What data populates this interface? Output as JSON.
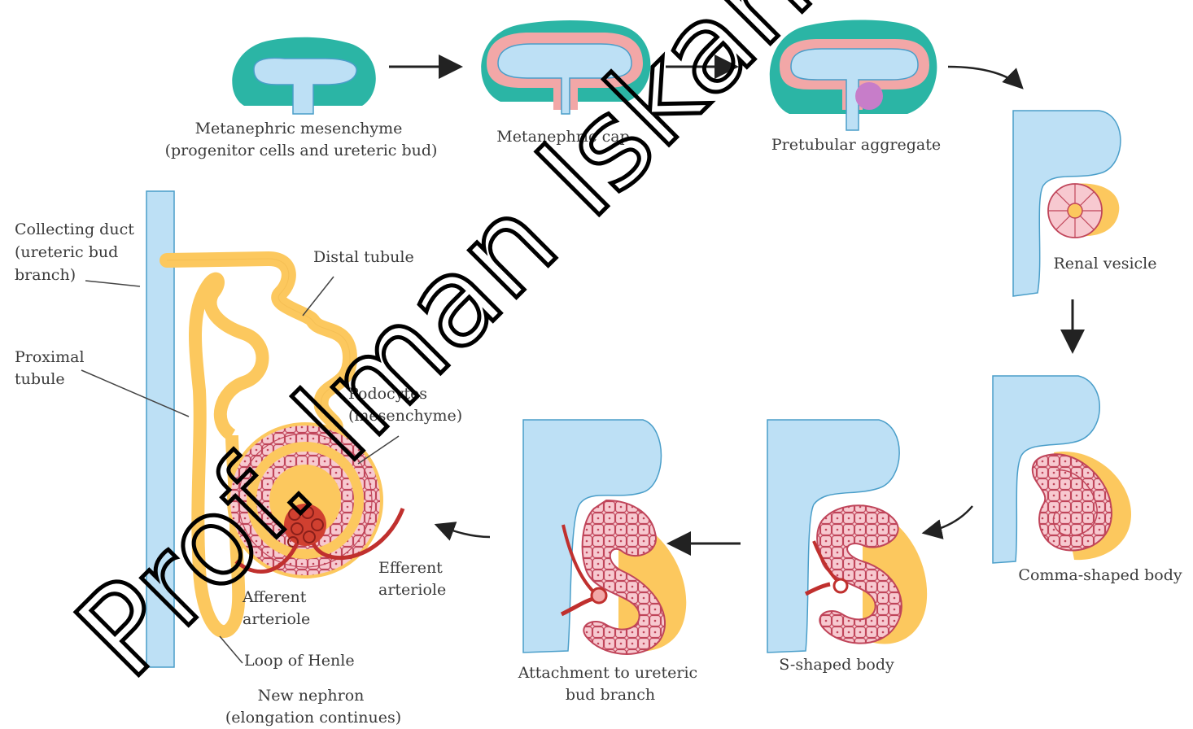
{
  "stages": {
    "metanephric_mesenchyme": [
      "Metanephric mesenchyme",
      "(progenitor cells and ureteric bud)"
    ],
    "metanephric_cap": [
      "Metanephric cap"
    ],
    "pretubular_aggregate": [
      "Pretubular aggregate"
    ],
    "renal_vesicle": [
      "Renal vesicle"
    ],
    "comma_shaped_body": [
      "Comma-shaped body"
    ],
    "s_shaped_body": [
      "S-shaped body"
    ],
    "attachment": [
      "Attachment to ureteric",
      "bud branch"
    ],
    "new_nephron": [
      "New nephron",
      "(elongation continues)"
    ]
  },
  "parts": {
    "collecting_duct": [
      "Collecting duct",
      "(ureteric bud",
      "branch)"
    ],
    "distal_tubule": [
      "Distal tubule"
    ],
    "proximal_tubule": [
      "Proximal",
      "tubule"
    ],
    "podocytes": [
      "Podocytes",
      "(mesenchyme)"
    ],
    "efferent_arteriole": [
      "Efferent",
      "arteriole"
    ],
    "afferent_arteriole": [
      "Afferent",
      "arteriole"
    ],
    "loop_of_henle": [
      "Loop of Henle"
    ]
  },
  "watermark": "Prof. Iman Iskan",
  "colors": {
    "ureteric_bud": "#bde0f5",
    "mesenchyme": "#2bb5a5",
    "cap_pink": "#f2a7a7",
    "aggregate": "#c77dc9",
    "tubule_yellow": "#fcc85e",
    "cell_pink": "#f7c9d0",
    "cell_outline": "#c0455a",
    "vessel_red": "#c0302e",
    "arrow": "#222222",
    "text": "#3a3a3a"
  }
}
